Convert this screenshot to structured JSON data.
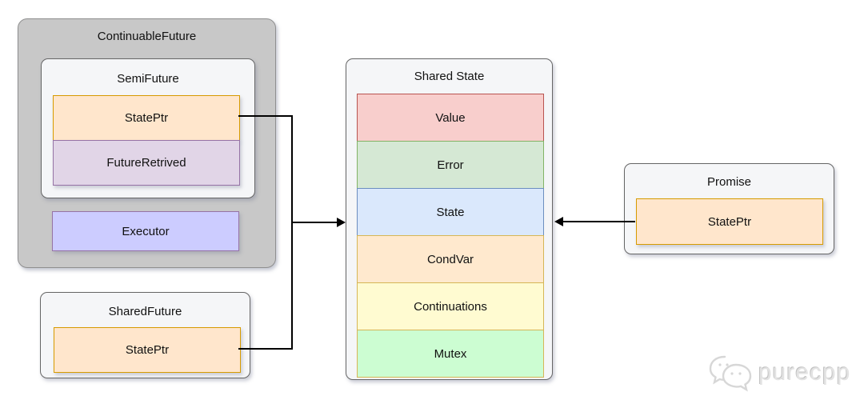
{
  "diagram": {
    "continuable_future": {
      "title": "ContinuableFuture",
      "fill": "#c8c8c8"
    },
    "semi_future": {
      "title": "SemiFuture",
      "rows": [
        {
          "label": "StatePtr",
          "fill": "#ffe6cc",
          "border": "#d79b00"
        },
        {
          "label": "FutureRetrived",
          "fill": "#e1d5e7",
          "border": "#9673a6"
        }
      ]
    },
    "executor": {
      "label": "Executor",
      "fill": "#ccccff",
      "border": "#9673a6"
    },
    "shared_future": {
      "title": "SharedFuture",
      "rows": [
        {
          "label": "StatePtr",
          "fill": "#ffe6cc",
          "border": "#d79b00"
        }
      ]
    },
    "shared_state": {
      "title": "Shared State",
      "rows": [
        {
          "label": "Value",
          "fill": "#f8cecc",
          "border": "#b85450"
        },
        {
          "label": "Error",
          "fill": "#d5e8d4",
          "border": "#82b366"
        },
        {
          "label": "State",
          "fill": "#dae8fc",
          "border": "#6c8ebf"
        },
        {
          "label": "CondVar",
          "fill": "#ffe9ce",
          "border": "#d6b656"
        },
        {
          "label": "Continuations",
          "fill": "#fffbd1",
          "border": "#d6b656"
        },
        {
          "label": "Mutex",
          "fill": "#ccfdd2",
          "border": "#d6b656"
        }
      ]
    },
    "promise": {
      "title": "Promise",
      "rows": [
        {
          "label": "StatePtr",
          "fill": "#ffe6cc",
          "border": "#d79b00"
        }
      ]
    },
    "line_color": "#000000"
  },
  "watermark": {
    "text": "purecpp"
  }
}
